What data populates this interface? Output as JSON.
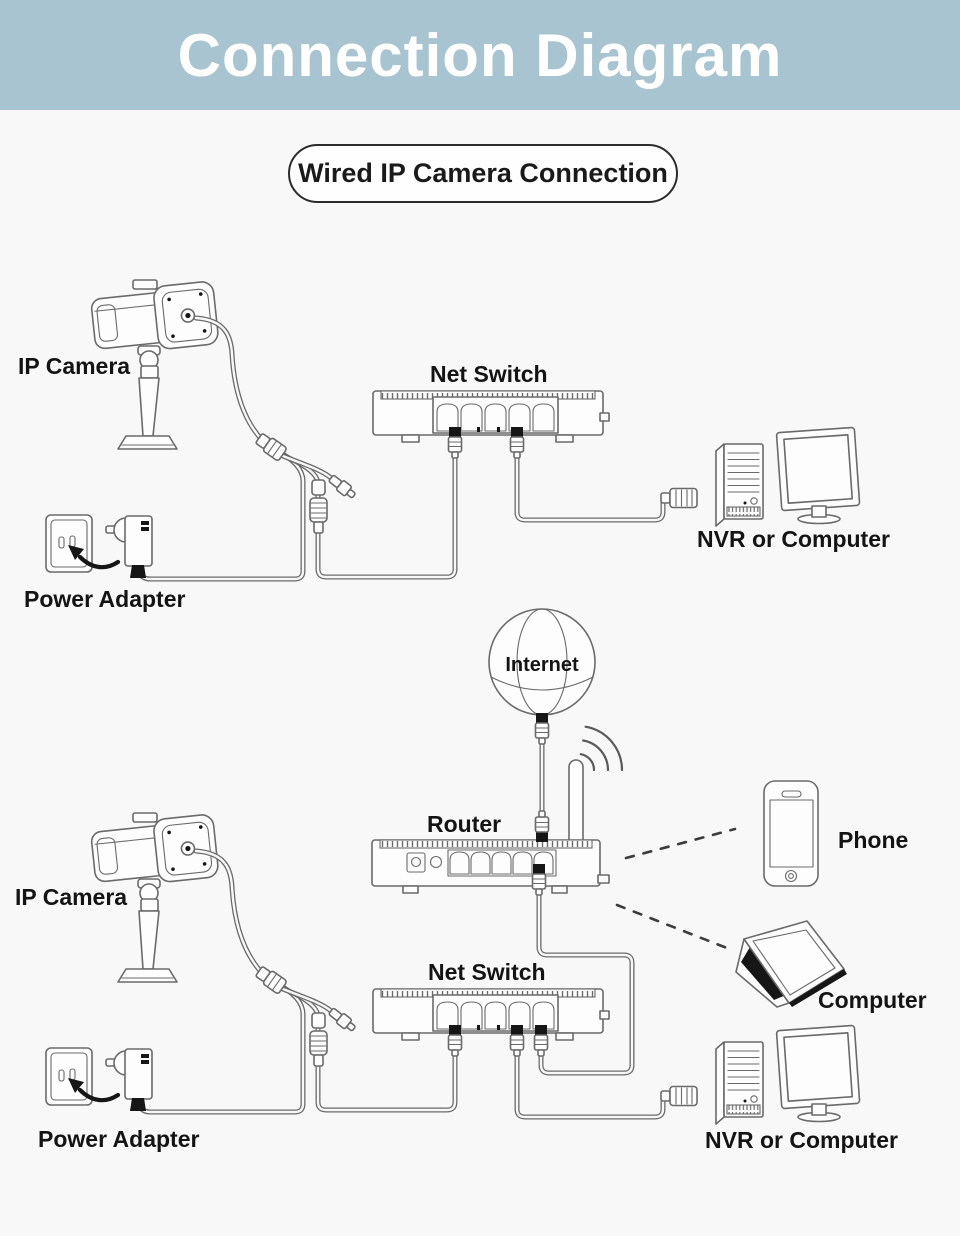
{
  "page": {
    "bg_color": "#f8f8f8",
    "line_color": "#6a6a6a",
    "label_color": "#141414"
  },
  "header": {
    "title": "Connection Diagram",
    "bg_color": "#a8c4d0",
    "text_color": "#ffffff"
  },
  "subtitle_pill": {
    "label": "Wired IP Camera Connection"
  },
  "diagram_basic": {
    "labels": {
      "ip_camera": "IP Camera",
      "net_switch": "Net Switch",
      "nvr_or_computer": "NVR or Computer",
      "power_adapter": "Power Adapter"
    }
  },
  "diagram_router": {
    "labels": {
      "internet": "Internet",
      "router": "Router",
      "phone": "Phone",
      "computer": "Computer",
      "ip_camera": "IP Camera",
      "net_switch": "Net Switch",
      "nvr_or_computer": "NVR or Computer",
      "power_adapter": "Power Adapter"
    }
  },
  "illustrations": {
    "ip_camera": "bullet-camera-on-stand",
    "power_adapter": "wall-outlet-with-plug-adapter",
    "net_switch": "5-port-switch",
    "router": "wireless-router-with-antenna",
    "internet": "globe",
    "phone": "smartphone",
    "computer": "laptop",
    "nvr_or_computer": "tower-pc-with-monitor",
    "links": [
      "ethernet-cable",
      "power-cable",
      "wifi-waves",
      "dashed-wireless-link"
    ]
  }
}
